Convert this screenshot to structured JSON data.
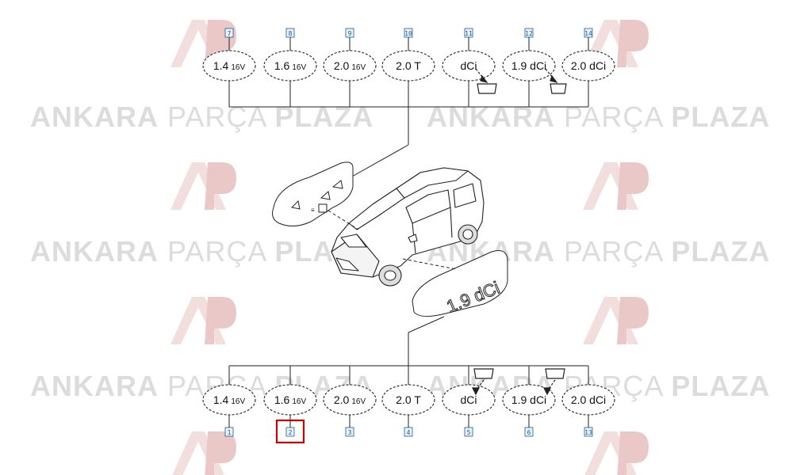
{
  "watermark": {
    "bold": "ANKARA",
    "light": "PARÇA",
    "bold2": "PLAZA",
    "logo": "AP"
  },
  "top_badges": [
    {
      "main": "1.4",
      "sub": "16V",
      "callout": "7"
    },
    {
      "main": "1.6",
      "sub": "16V",
      "callout": "8"
    },
    {
      "main": "2.0",
      "sub": "16V",
      "callout": "9"
    },
    {
      "main": "2.0 T",
      "sub": "",
      "callout": "10"
    },
    {
      "main": "dCi",
      "sub": "",
      "callout": "11"
    },
    {
      "main": "1.9 dCi",
      "sub": "",
      "callout": "12"
    },
    {
      "main": "2.0 dCi",
      "sub": "",
      "callout": "14"
    }
  ],
  "bottom_badges": [
    {
      "main": "1.4",
      "sub": "16V",
      "callout": "1"
    },
    {
      "main": "1.6",
      "sub": "16V",
      "callout": "2",
      "highlight": true
    },
    {
      "main": "2.0",
      "sub": "16V",
      "callout": "3"
    },
    {
      "main": "2.0 T",
      "sub": "",
      "callout": "4"
    },
    {
      "main": "dCi",
      "sub": "",
      "callout": "5"
    },
    {
      "main": "1.9 dCi",
      "sub": "",
      "callout": "6"
    },
    {
      "main": "2.0 dCi",
      "sub": "",
      "callout": "13"
    }
  ],
  "emblem_text": "1.9 dCi",
  "colors": {
    "highlight": "#cc0000",
    "callout_border": "#1a5a9a",
    "watermark": "#dcdcdc",
    "logo_red": "#f2d6d6"
  }
}
